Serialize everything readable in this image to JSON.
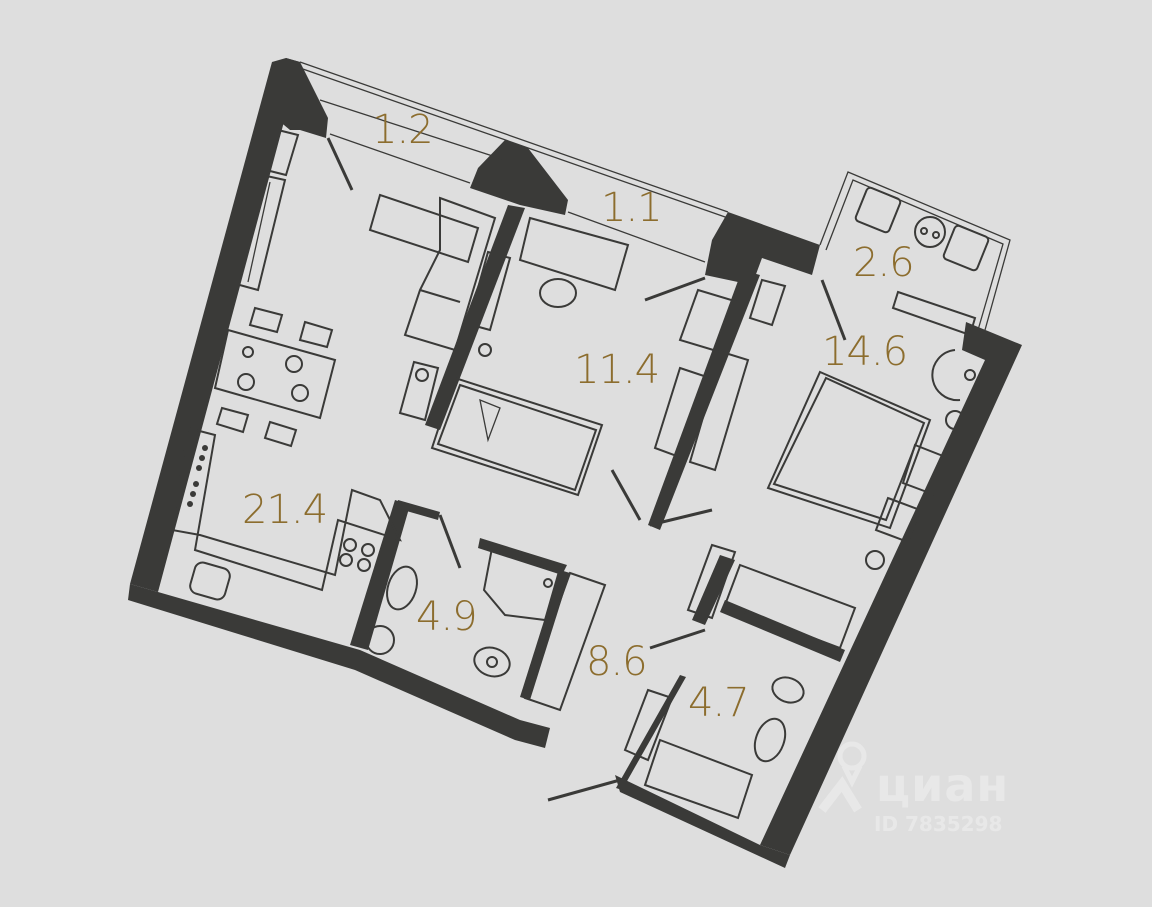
{
  "plan": {
    "background": "#dedede",
    "wall_color": "#3a3a38",
    "label_color": "#8c6d2e",
    "rooms": [
      {
        "id": "balcony-1",
        "label": "1.2",
        "kind": "balcony"
      },
      {
        "id": "balcony-2",
        "label": "1.1",
        "kind": "balcony"
      },
      {
        "id": "balcony-3",
        "label": "2.6",
        "kind": "balcony"
      },
      {
        "id": "bedroom-1",
        "label": "11.4",
        "kind": "bedroom"
      },
      {
        "id": "bedroom-2",
        "label": "14.6",
        "kind": "bedroom"
      },
      {
        "id": "kitchen-living",
        "label": "21.4",
        "kind": "kitchen-living"
      },
      {
        "id": "bathroom-1",
        "label": "4.9",
        "kind": "bathroom"
      },
      {
        "id": "hallway",
        "label": "8.6",
        "kind": "hallway"
      },
      {
        "id": "bathroom-2",
        "label": "4.7",
        "kind": "bathroom"
      }
    ]
  },
  "watermark": {
    "brand": "циан",
    "id_text": "ID 7835298",
    "icon": "location-pin-icon"
  }
}
